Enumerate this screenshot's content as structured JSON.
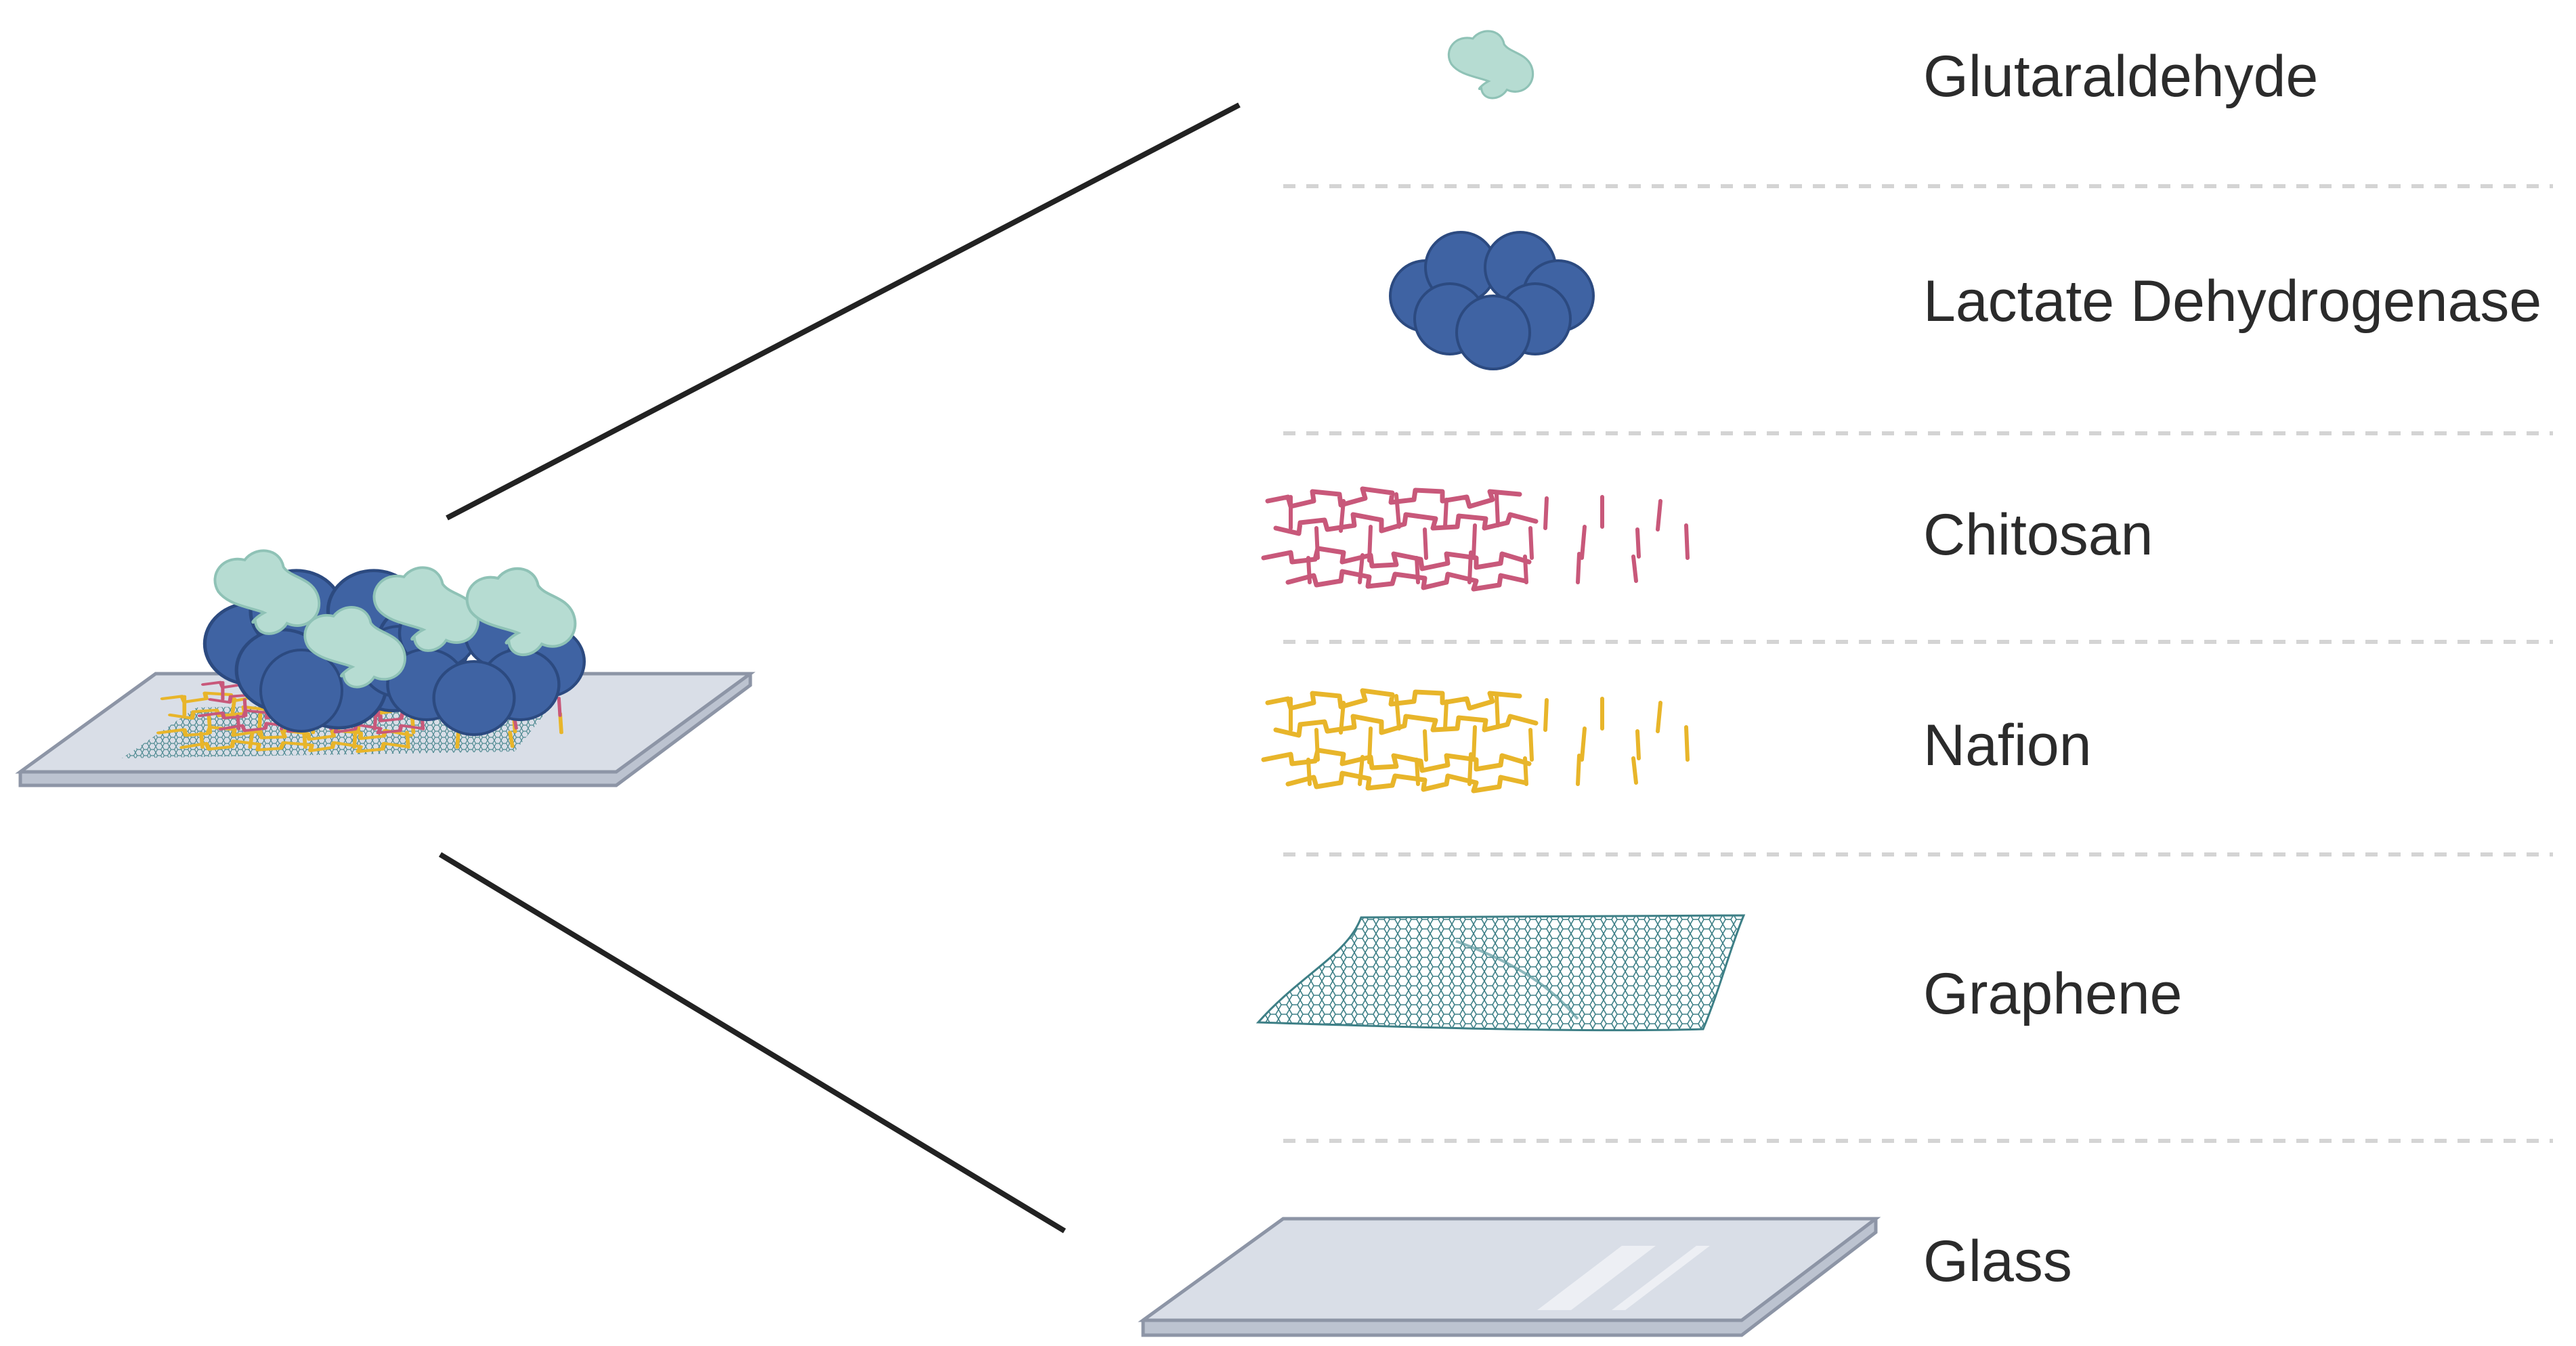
{
  "layers": [
    {
      "id": "glutaraldehyde",
      "label": "Glutaraldehyde",
      "icon": "glutaraldehyde-molecule-icon",
      "color": "#b6dcd2"
    },
    {
      "id": "ldh",
      "label": "Lactate Dehydrogenase",
      "icon": "enzyme-cluster-icon",
      "color": "#3f63a3"
    },
    {
      "id": "chitosan",
      "label": "Chitosan",
      "icon": "chitosan-polymer-icon",
      "color": "#c8587a"
    },
    {
      "id": "nafion",
      "label": "Nafion",
      "icon": "nafion-polymer-icon",
      "color": "#e8b52a"
    },
    {
      "id": "graphene",
      "label": "Graphene",
      "icon": "graphene-sheet-icon",
      "color": "#3d7f86"
    },
    {
      "id": "glass",
      "label": "Glass",
      "icon": "glass-slide-icon",
      "color": "#d8dde6"
    }
  ],
  "colors": {
    "leader_line": "#222222",
    "divider": "#d4d4d4",
    "glass_edge": "#8d95a6"
  }
}
